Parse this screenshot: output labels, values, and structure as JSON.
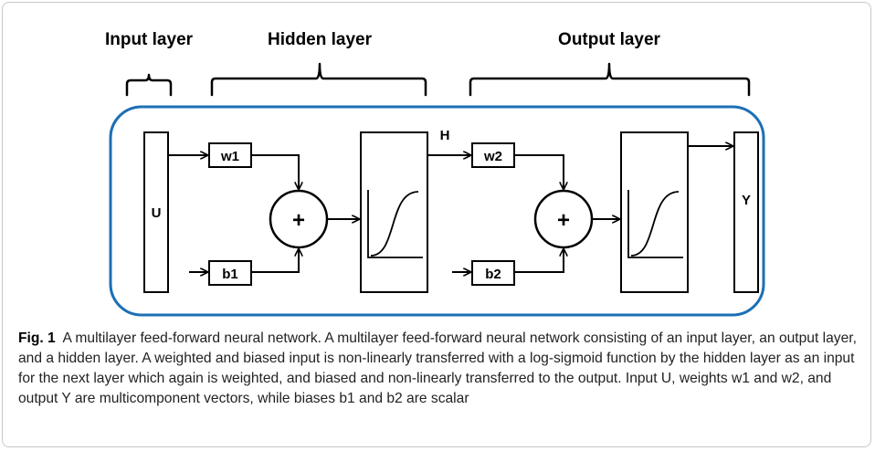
{
  "layers": {
    "input_label": "Input layer",
    "hidden_label": "Hidden layer",
    "output_label": "Output layer"
  },
  "nodes": {
    "input": "U",
    "weight1": "w1",
    "bias1": "b1",
    "sum1": "+",
    "hidden_output": "H",
    "weight2": "w2",
    "bias2": "b2",
    "sum2": "+",
    "output": "Y"
  },
  "caption": {
    "figure_label": "Fig. 1",
    "text": "A multilayer feed-forward neural network. A multilayer feed-forward neural network consisting of an input layer, an output layer, and a hidden layer. A weighted and biased input is non-linearly transferred with a log-sigmoid function by the hidden layer as an input for the next layer which again is weighted, and biased and non-linearly transferred to the output. Input U, weights w1 and w2, and output Y are multicomponent vectors, while biases b1 and b2 are scalar"
  },
  "colors": {
    "container_border": "#1c6fb5",
    "stroke": "#000000"
  }
}
